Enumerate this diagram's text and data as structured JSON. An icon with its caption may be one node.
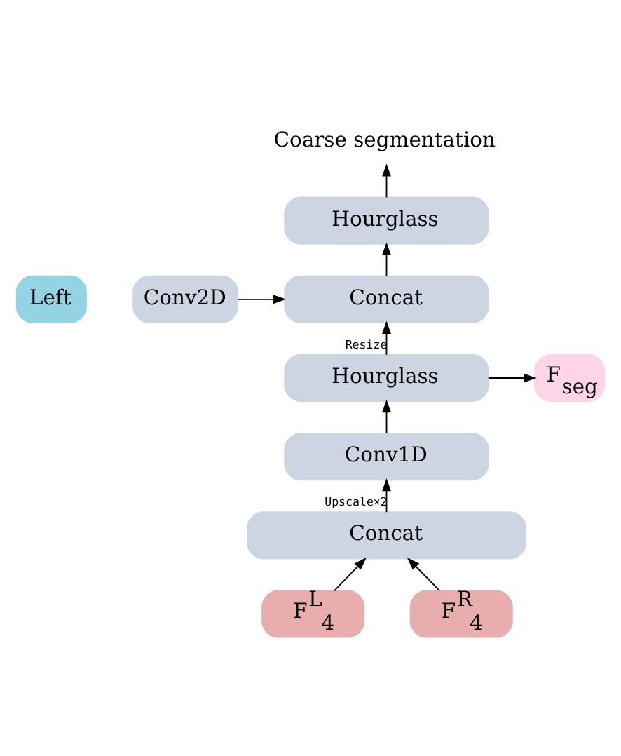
{
  "diagram": {
    "nodes": [
      {
        "text": [
          "Coarse segmentation"
        ]
      },
      {
        "text": [
          "Hourglass"
        ]
      },
      {
        "text": [
          "Concat"
        ]
      },
      {
        "text": [
          "Left"
        ]
      },
      {
        "text": [
          "Conv2D"
        ]
      },
      {
        "text": [
          "F$_{seg}$"
        ]
      },
      {
        "text": [
          "Hourglass"
        ]
      },
      {
        "text": [
          "Conv1D"
        ]
      },
      {
        "text": [
          "Concat"
        ]
      },
      {
        "text": [
          "F$^{L}$$_{4}$"
        ]
      },
      {
        "text": [
          "F$^{R}$$_{4}$"
        ]
      }
    ],
    "edges": [
      {
        "from": 1,
        "to": 0,
        "arrow": "to"
      },
      {
        "from": 2,
        "to": 1,
        "arrow": "to"
      },
      {
        "from": 4,
        "to": 2,
        "arrow": "to"
      },
      {
        "from": 6,
        "to": 2,
        "arrow": "to",
        "label": "Resize"
      },
      {
        "from": 6,
        "to": 5,
        "arrow": "to"
      },
      {
        "from": 7,
        "to": 6,
        "arrow": "to"
      },
      {
        "from": 8,
        "to": 7,
        "arrow": "to",
        "label": "Upscale×2"
      },
      {
        "from": 9,
        "to": 8,
        "arrow": "to"
      },
      {
        "from": 10,
        "to": 8,
        "arrow": "to"
      }
    ]
  }
}
